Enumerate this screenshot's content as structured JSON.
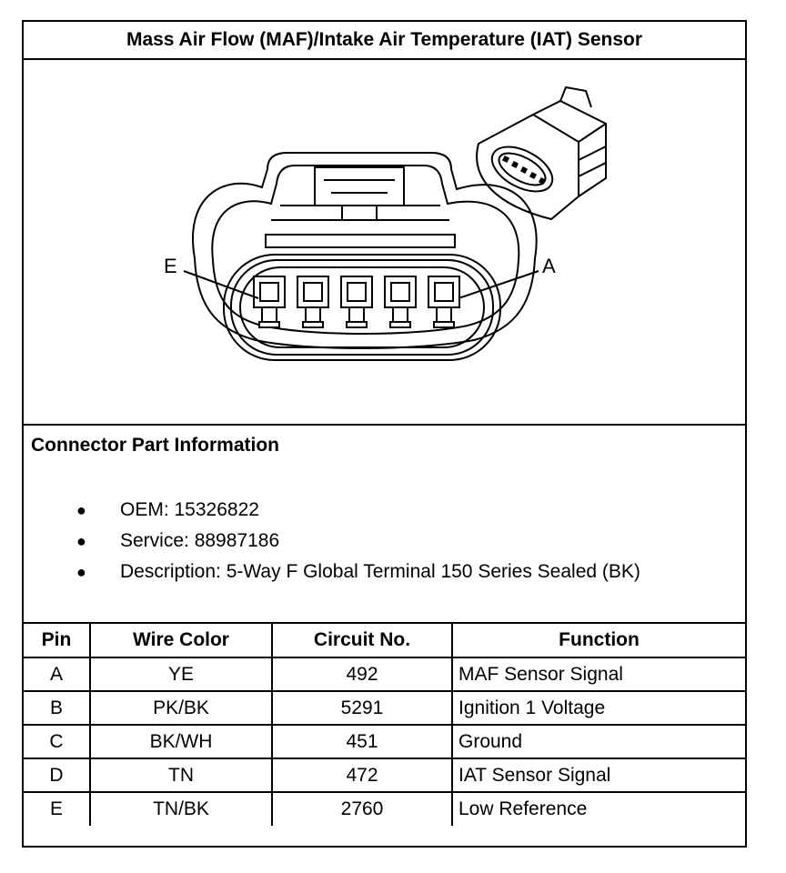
{
  "title": "Mass Air Flow (MAF)/Intake Air Temperature (IAT) Sensor",
  "figure": {
    "label_left": "E",
    "label_right": "A"
  },
  "connector_info": {
    "heading": "Connector Part Information",
    "items": [
      "OEM: 15326822",
      "Service: 88987186",
      "Description: 5-Way F Global Terminal 150 Series Sealed (BK)"
    ],
    "bullet": "●"
  },
  "pin_table": {
    "headers": [
      "Pin",
      "Wire Color",
      "Circuit No.",
      "Function"
    ],
    "rows": [
      [
        "A",
        "YE",
        "492",
        "MAF Sensor Signal"
      ],
      [
        "B",
        "PK/BK",
        "5291",
        "Ignition 1 Voltage"
      ],
      [
        "C",
        "BK/WH",
        "451",
        "Ground"
      ],
      [
        "D",
        "TN",
        "472",
        "IAT Sensor Signal"
      ],
      [
        "E",
        "TN/BK",
        "2760",
        "Low Reference"
      ]
    ]
  }
}
